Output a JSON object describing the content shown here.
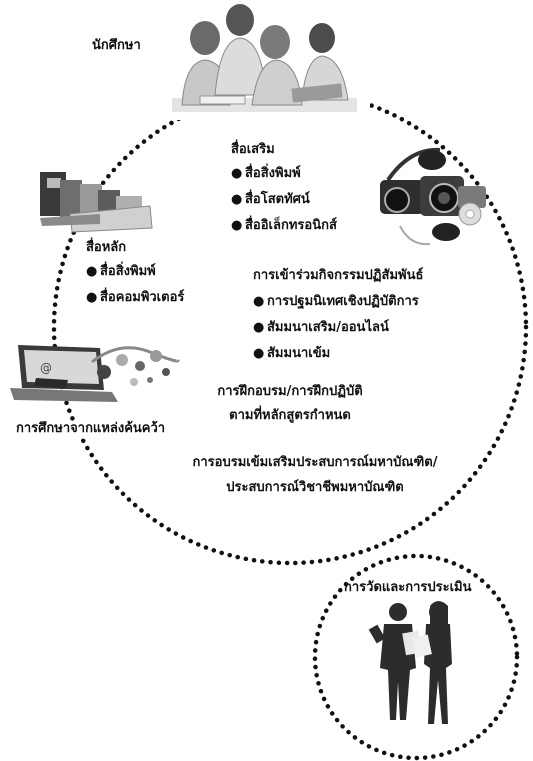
{
  "nodes": {
    "students": {
      "label": "นักศึกษา"
    },
    "supplementary_media": {
      "title": "สื่อเสริม",
      "items": [
        "สื่อสิ่งพิมพ์",
        "สื่อโสตทัศน์",
        "สื่ออิเล็กทรอนิกส์"
      ]
    },
    "main_media": {
      "title": "สื่อหลัก",
      "items": [
        "สื่อสิ่งพิมพ์",
        "สื่อคอมพิวเตอร์"
      ]
    },
    "interaction_activities": {
      "title": "การเข้าร่วมกิจกรรมปฏิสัมพันธ์",
      "items": [
        "การปฐมนิเทศเชิงปฏิบัติการ",
        "สัมมนาเสริม/ออนไลน์",
        "สัมมนาเข้ม"
      ]
    },
    "training": {
      "line1": "การฝึกอบรม/การฝึกปฏิบัติ",
      "line2": "ตามที่หลักสูตรกำหนด"
    },
    "intensive_training": {
      "line1": "การอบรมเข้มเสริมประสบการณ์มหาบัณฑิต/",
      "line2": "ประสบการณ์วิชาชีพมหาบัณฑิต"
    },
    "self_study": {
      "label": "การศึกษาจากแหล่งค้นคว้า"
    },
    "evaluation": {
      "label": "การวัดและการประเมิน"
    }
  },
  "bullet": "●",
  "icons": [
    "students-illustration",
    "books-media-illustration",
    "camera-media-illustration",
    "laptop-media-illustration",
    "business-people-silhouette"
  ]
}
